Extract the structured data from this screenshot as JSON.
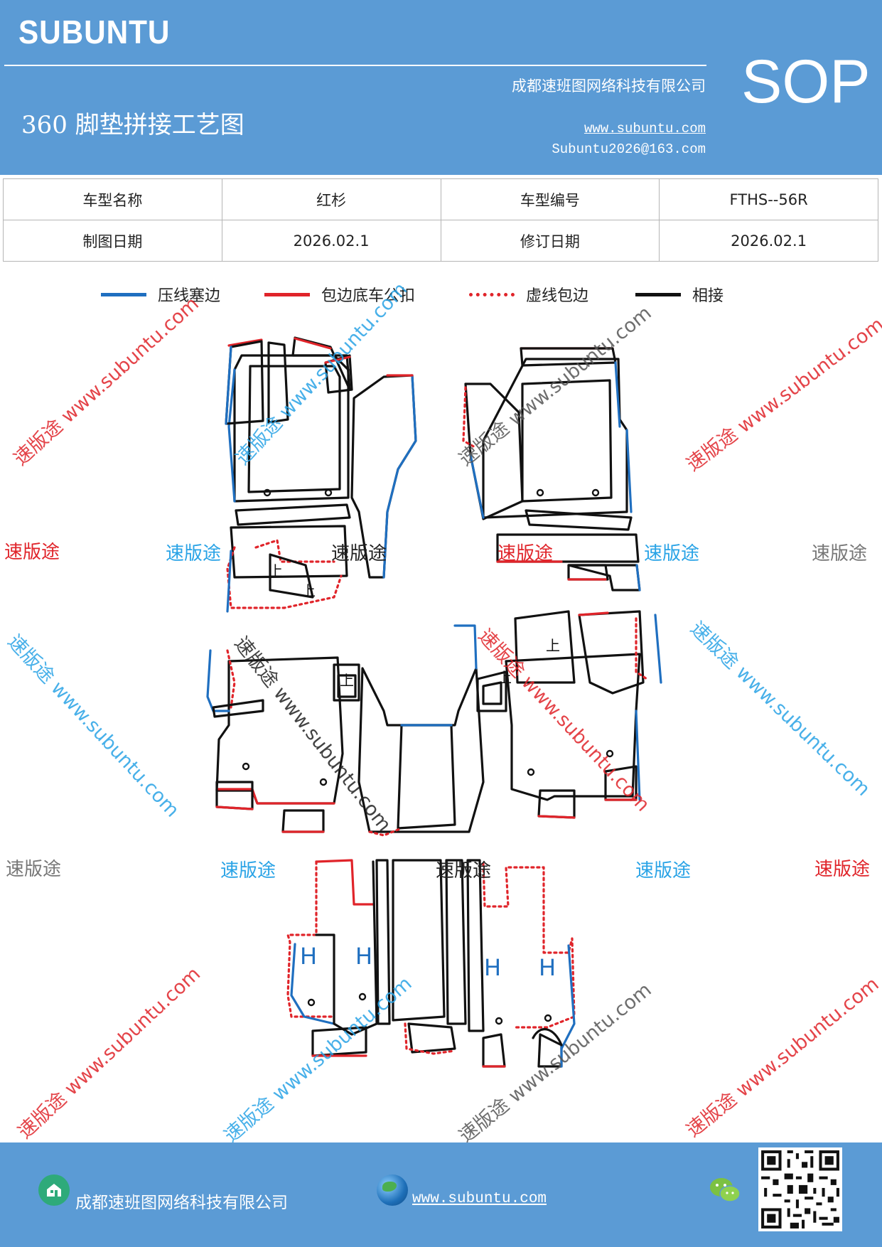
{
  "header": {
    "logo": "SUBUNTU",
    "company": "成都速班图网络科技有限公司",
    "title": "360 脚垫拼接工艺图",
    "website": "www.subuntu.com",
    "email": "Subuntu2026@163.com",
    "badge": "SOP",
    "colors": {
      "band": "#5b9bd5",
      "text": "#ffffff"
    }
  },
  "info_table": {
    "model_name_label": "车型名称",
    "model_name_value": "红杉",
    "model_code_label": "车型编号",
    "model_code_value": "FTHS--56R",
    "draw_date_label": "制图日期",
    "draw_date_value": "2026.02.1",
    "revise_date_label": "修订日期",
    "revise_date_value": "2026.02.1"
  },
  "legend": [
    {
      "label": "压线塞边",
      "color": "#1f6fc0",
      "style": "solid"
    },
    {
      "label": "包边底车公扣",
      "color": "#e0242a",
      "style": "solid"
    },
    {
      "label": "虚线包边",
      "color": "#e0242a",
      "style": "dotted"
    },
    {
      "label": "相接",
      "color": "#111111",
      "style": "solid"
    }
  ],
  "watermarks": {
    "brand": "速版途",
    "diagonal": "速版途 www.subuntu.com",
    "colors": {
      "red": "#e0242a",
      "blue": "#29a3e6",
      "gray": "#777777",
      "black": "#222222"
    }
  },
  "diagram_marks": {
    "connector": "H",
    "up_mark": "上"
  },
  "footer": {
    "company": "成都速班图网络科技有限公司",
    "website": "www.subuntu.com",
    "house_icon": "house-icon",
    "globe_icon": "globe-icon",
    "wechat_icon": "wechat-icon"
  }
}
